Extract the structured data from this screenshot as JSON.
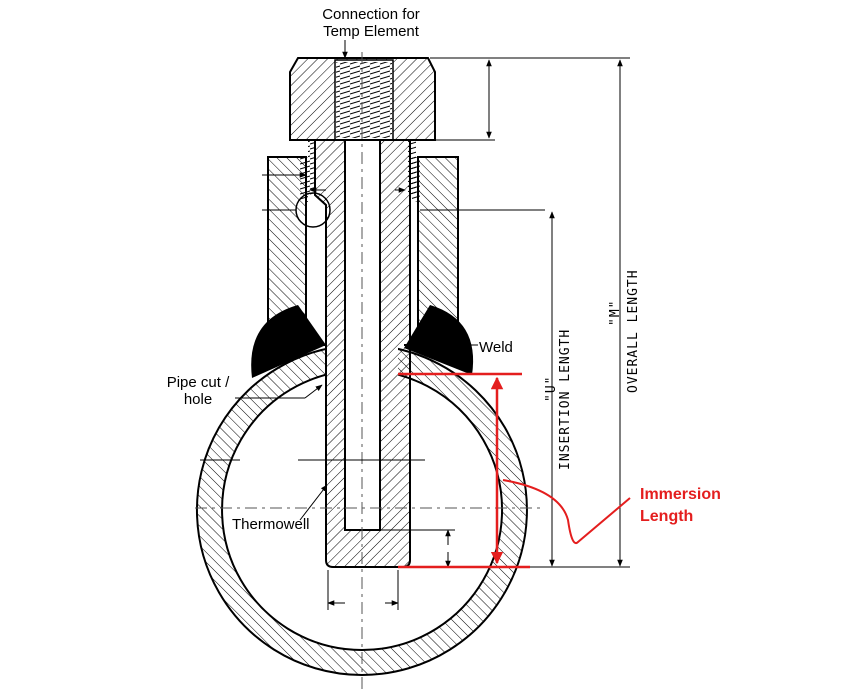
{
  "title": "Thermowell installation cross-section",
  "labels": {
    "connection_line1": "Connection for",
    "connection_line2": "Temp Element",
    "weld": "Weld",
    "pipe_cut_line1": "Pipe cut /",
    "pipe_cut_line2": "hole",
    "thermowell": "Thermowell",
    "immersion_line1": "Immersion",
    "immersion_line2": "Length"
  },
  "dimensions": {
    "insertion_code": "\"U\"",
    "insertion_text": "INSERTION LENGTH",
    "overall_code": "\"M\"",
    "overall_text": "OVERALL LENGTH"
  },
  "colors": {
    "line": "#000000",
    "highlight": "#e41e1e",
    "weld": "#000000",
    "centerline": "#555555"
  }
}
